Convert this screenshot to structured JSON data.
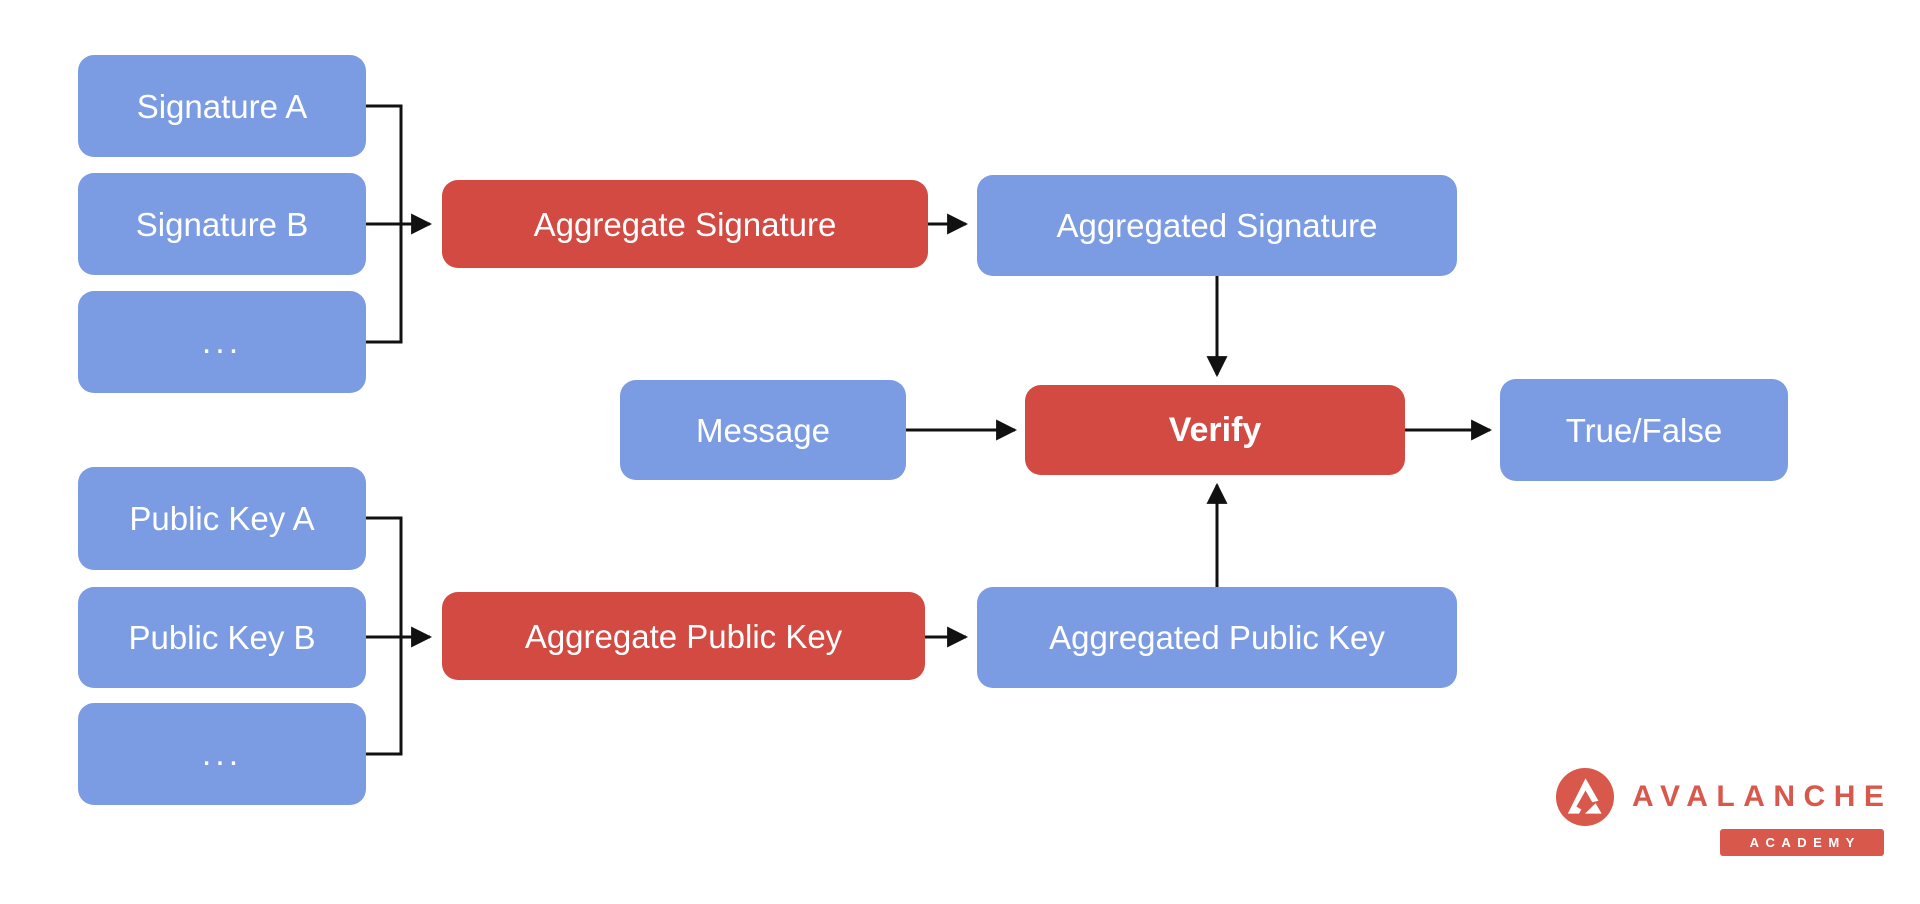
{
  "colors": {
    "node_blue": "#7b9ce3",
    "node_red": "#d24a42",
    "node_text": "#ffffff",
    "connector": "#111111",
    "brand_red": "#d9584c",
    "background": "#ffffff"
  },
  "nodes": {
    "signature_a": {
      "label": "Signature A"
    },
    "signature_b": {
      "label": "Signature B"
    },
    "signatures_more": {
      "label": "..."
    },
    "public_key_a": {
      "label": "Public Key A"
    },
    "public_key_b": {
      "label": "Public Key B"
    },
    "public_keys_more": {
      "label": "..."
    },
    "aggregate_signature": {
      "label": "Aggregate Signature"
    },
    "aggregated_signature": {
      "label": "Aggregated Signature"
    },
    "message": {
      "label": "Message"
    },
    "verify": {
      "label": "Verify"
    },
    "true_false": {
      "label": "True/False"
    },
    "aggregate_public_key": {
      "label": "Aggregate Public Key"
    },
    "aggregated_public_key": {
      "label": "Aggregated Public Key"
    }
  },
  "logo": {
    "icon": "avalanche-mountain-icon",
    "wordmark": "AVALANCHE",
    "badge": "ACADEMY"
  }
}
